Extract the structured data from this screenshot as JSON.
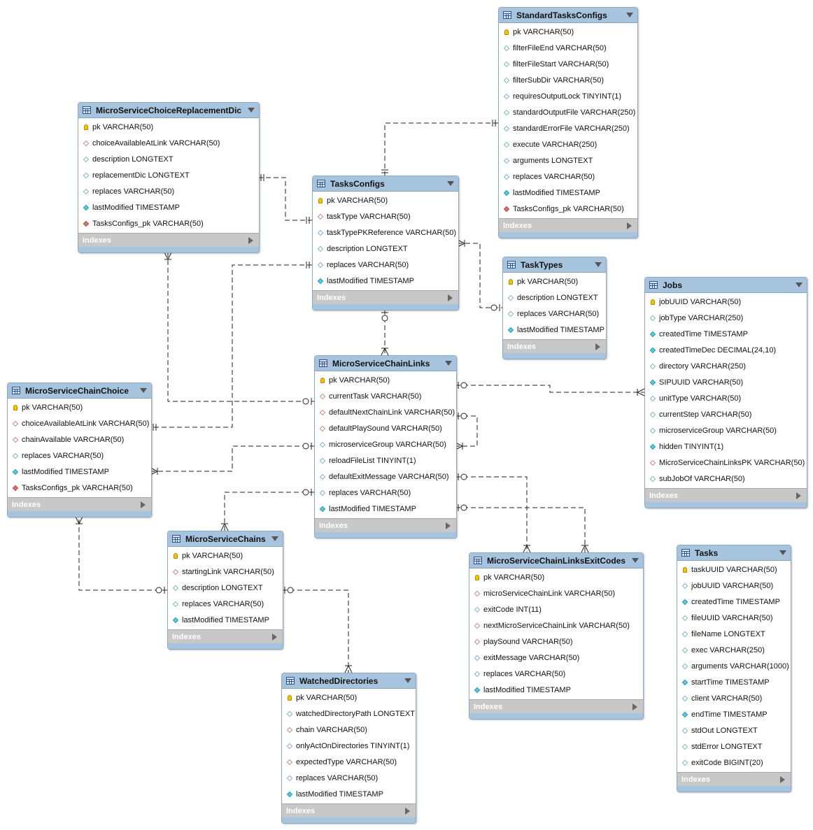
{
  "tables": [
    {
      "name": "StandardTasksConfigs",
      "columns": [
        {
          "text": "pk VARCHAR(50)",
          "icon": "key-icon"
        },
        {
          "text": "filterFileEnd VARCHAR(50)",
          "icon": "diamond-icon"
        },
        {
          "text": "filterFileStart VARCHAR(50)",
          "icon": "diamond-icon"
        },
        {
          "text": "filterSubDir VARCHAR(50)",
          "icon": "diamond-icon"
        },
        {
          "text": "requiresOutputLock TINYINT(1)",
          "icon": "diamond-icon"
        },
        {
          "text": "standardOutputFile VARCHAR(250)",
          "icon": "diamond-icon"
        },
        {
          "text": "standardErrorFile VARCHAR(250)",
          "icon": "diamond-icon"
        },
        {
          "text": "execute VARCHAR(250)",
          "icon": "diamond-icon"
        },
        {
          "text": "arguments LONGTEXT",
          "icon": "diamond-icon"
        },
        {
          "text": "replaces VARCHAR(50)",
          "icon": "diamond-icon"
        },
        {
          "text": "lastModified TIMESTAMP",
          "icon": "filled-diamond-icon"
        },
        {
          "text": "TasksConfigs_pk VARCHAR(50)",
          "icon": "fk-diamond-icon"
        }
      ],
      "indexes": "Indexes"
    },
    {
      "name": "MicroServiceChoiceReplacementDic",
      "columns": [
        {
          "text": "pk VARCHAR(50)",
          "icon": "key-icon"
        },
        {
          "text": "choiceAvailableAtLink VARCHAR(50)",
          "icon": "fk-outline-diamond-icon"
        },
        {
          "text": "description LONGTEXT",
          "icon": "diamond-icon"
        },
        {
          "text": "replacementDic LONGTEXT",
          "icon": "diamond-icon"
        },
        {
          "text": "replaces VARCHAR(50)",
          "icon": "diamond-icon"
        },
        {
          "text": "lastModified TIMESTAMP",
          "icon": "filled-diamond-icon"
        },
        {
          "text": "TasksConfigs_pk VARCHAR(50)",
          "icon": "fk-diamond-icon"
        }
      ],
      "indexes": "Indexes"
    },
    {
      "name": "TasksConfigs",
      "columns": [
        {
          "text": "pk VARCHAR(50)",
          "icon": "key-icon"
        },
        {
          "text": "taskType VARCHAR(50)",
          "icon": "fk-outline-diamond-icon"
        },
        {
          "text": "taskTypePKReference VARCHAR(50)",
          "icon": "diamond-icon"
        },
        {
          "text": "description LONGTEXT",
          "icon": "diamond-icon"
        },
        {
          "text": "replaces VARCHAR(50)",
          "icon": "diamond-icon"
        },
        {
          "text": "lastModified TIMESTAMP",
          "icon": "filled-diamond-icon"
        }
      ],
      "indexes": "Indexes"
    },
    {
      "name": "TaskTypes",
      "columns": [
        {
          "text": "pk VARCHAR(50)",
          "icon": "key-icon"
        },
        {
          "text": "description LONGTEXT",
          "icon": "diamond-icon"
        },
        {
          "text": "replaces VARCHAR(50)",
          "icon": "diamond-icon"
        },
        {
          "text": "lastModified TIMESTAMP",
          "icon": "filled-diamond-icon"
        }
      ],
      "indexes": "Indexes"
    },
    {
      "name": "Jobs",
      "columns": [
        {
          "text": "jobUUID VARCHAR(50)",
          "icon": "key-icon"
        },
        {
          "text": "jobType VARCHAR(250)",
          "icon": "diamond-icon"
        },
        {
          "text": "createdTime TIMESTAMP",
          "icon": "filled-diamond-icon"
        },
        {
          "text": "createdTimeDec DECIMAL(24,10)",
          "icon": "filled-diamond-icon"
        },
        {
          "text": "directory VARCHAR(250)",
          "icon": "diamond-icon"
        },
        {
          "text": "SIPUUID VARCHAR(50)",
          "icon": "filled-diamond-icon"
        },
        {
          "text": "unitType VARCHAR(50)",
          "icon": "diamond-icon"
        },
        {
          "text": "currentStep VARCHAR(50)",
          "icon": "diamond-icon"
        },
        {
          "text": "microserviceGroup VARCHAR(50)",
          "icon": "diamond-icon"
        },
        {
          "text": "hidden TINYINT(1)",
          "icon": "filled-diamond-icon"
        },
        {
          "text": "MicroServiceChainLinksPK VARCHAR(50)",
          "icon": "fk-outline-diamond-icon"
        },
        {
          "text": "subJobOf VARCHAR(50)",
          "icon": "diamond-icon"
        }
      ],
      "indexes": "Indexes"
    },
    {
      "name": "MicroServiceChainLinks",
      "columns": [
        {
          "text": "pk VARCHAR(50)",
          "icon": "key-icon"
        },
        {
          "text": "currentTask VARCHAR(50)",
          "icon": "fk-outline-diamond-icon"
        },
        {
          "text": "defaultNextChainLink VARCHAR(50)",
          "icon": "fk-outline-diamond-icon"
        },
        {
          "text": "defaultPlaySound VARCHAR(50)",
          "icon": "fk-outline-diamond-icon"
        },
        {
          "text": "microserviceGroup VARCHAR(50)",
          "icon": "diamond-icon"
        },
        {
          "text": "reloadFileList TINYINT(1)",
          "icon": "diamond-icon"
        },
        {
          "text": "defaultExitMessage VARCHAR(50)",
          "icon": "diamond-icon"
        },
        {
          "text": "replaces VARCHAR(50)",
          "icon": "diamond-icon"
        },
        {
          "text": "lastModified TIMESTAMP",
          "icon": "filled-diamond-icon"
        }
      ],
      "indexes": "Indexes"
    },
    {
      "name": "MicroServiceChainChoice",
      "columns": [
        {
          "text": "pk VARCHAR(50)",
          "icon": "key-icon"
        },
        {
          "text": "choiceAvailableAtLink VARCHAR(50)",
          "icon": "fk-outline-diamond-icon"
        },
        {
          "text": "chainAvailable VARCHAR(50)",
          "icon": "fk-outline-diamond-icon"
        },
        {
          "text": "replaces VARCHAR(50)",
          "icon": "diamond-icon"
        },
        {
          "text": "lastModified TIMESTAMP",
          "icon": "filled-diamond-icon"
        },
        {
          "text": "TasksConfigs_pk VARCHAR(50)",
          "icon": "fk-diamond-icon"
        }
      ],
      "indexes": "Indexes"
    },
    {
      "name": "MicroServiceChains",
      "columns": [
        {
          "text": "pk VARCHAR(50)",
          "icon": "key-icon"
        },
        {
          "text": "startingLink VARCHAR(50)",
          "icon": "fk-outline-diamond-icon"
        },
        {
          "text": "description LONGTEXT",
          "icon": "diamond-icon"
        },
        {
          "text": "replaces VARCHAR(50)",
          "icon": "diamond-icon"
        },
        {
          "text": "lastModified TIMESTAMP",
          "icon": "filled-diamond-icon"
        }
      ],
      "indexes": "Indexes"
    },
    {
      "name": "MicroServiceChainLinksExitCodes",
      "columns": [
        {
          "text": "pk VARCHAR(50)",
          "icon": "key-icon"
        },
        {
          "text": "microServiceChainLink VARCHAR(50)",
          "icon": "fk-outline-diamond-icon"
        },
        {
          "text": "exitCode INT(11)",
          "icon": "diamond-icon"
        },
        {
          "text": "nextMicroServiceChainLink VARCHAR(50)",
          "icon": "fk-outline-diamond-icon"
        },
        {
          "text": "playSound VARCHAR(50)",
          "icon": "fk-outline-diamond-icon"
        },
        {
          "text": "exitMessage VARCHAR(50)",
          "icon": "diamond-icon"
        },
        {
          "text": "replaces VARCHAR(50)",
          "icon": "diamond-icon"
        },
        {
          "text": "lastModified TIMESTAMP",
          "icon": "filled-diamond-icon"
        }
      ],
      "indexes": "Indexes"
    },
    {
      "name": "Tasks",
      "columns": [
        {
          "text": "taskUUID VARCHAR(50)",
          "icon": "key-icon"
        },
        {
          "text": "jobUUID VARCHAR(50)",
          "icon": "diamond-icon"
        },
        {
          "text": "createdTime TIMESTAMP",
          "icon": "filled-diamond-icon"
        },
        {
          "text": "fileUUID VARCHAR(50)",
          "icon": "diamond-icon"
        },
        {
          "text": "fileName LONGTEXT",
          "icon": "diamond-icon"
        },
        {
          "text": "exec VARCHAR(250)",
          "icon": "diamond-icon"
        },
        {
          "text": "arguments VARCHAR(1000)",
          "icon": "diamond-icon"
        },
        {
          "text": "startTime TIMESTAMP",
          "icon": "filled-diamond-icon"
        },
        {
          "text": "client VARCHAR(50)",
          "icon": "diamond-icon"
        },
        {
          "text": "endTime TIMESTAMP",
          "icon": "filled-diamond-icon"
        },
        {
          "text": "stdOut LONGTEXT",
          "icon": "diamond-icon"
        },
        {
          "text": "stdError LONGTEXT",
          "icon": "diamond-icon"
        },
        {
          "text": "exitCode BIGINT(20)",
          "icon": "diamond-icon"
        }
      ],
      "indexes": "Indexes"
    },
    {
      "name": "WatchedDirectories",
      "columns": [
        {
          "text": "pk VARCHAR(50)",
          "icon": "key-icon"
        },
        {
          "text": "watchedDirectoryPath LONGTEXT",
          "icon": "diamond-icon"
        },
        {
          "text": "chain VARCHAR(50)",
          "icon": "fk-outline-diamond-icon"
        },
        {
          "text": "onlyActOnDirectories TINYINT(1)",
          "icon": "diamond-icon"
        },
        {
          "text": "expectedType VARCHAR(50)",
          "icon": "fk-outline-diamond-icon"
        },
        {
          "text": "replaces VARCHAR(50)",
          "icon": "diamond-icon"
        },
        {
          "text": "lastModified TIMESTAMP",
          "icon": "filled-diamond-icon"
        }
      ],
      "indexes": "Indexes"
    }
  ],
  "relationships": [
    {
      "from": "StandardTasksConfigs",
      "to": "TasksConfigs",
      "from_end": "one-mandatory",
      "to_end": "one-mandatory"
    },
    {
      "from": "MicroServiceChoiceReplacementDic",
      "to": "TasksConfigs",
      "from_end": "one-mandatory",
      "to_end": "one-mandatory"
    },
    {
      "from": "TasksConfigs",
      "to": "TaskTypes",
      "from_end": "many",
      "to_end": "zero-or-one"
    },
    {
      "from": "TasksConfigs",
      "to": "MicroServiceChainLinks",
      "from_end": "zero-or-one",
      "to_end": "many"
    },
    {
      "from": "TasksConfigs",
      "to": "MicroServiceChainChoice",
      "from_end": "one-mandatory",
      "to_end": "one-mandatory"
    },
    {
      "from": "MicroServiceChoiceReplacementDic",
      "to": "MicroServiceChainLinks",
      "from_end": "many",
      "to_end": "zero-or-one"
    },
    {
      "from": "MicroServiceChainChoice",
      "to": "MicroServiceChainLinks",
      "from_end": "many",
      "to_end": "zero-or-one"
    },
    {
      "from": "MicroServiceChainLinks",
      "to": "Jobs",
      "from_end": "zero-or-one",
      "to_end": "many"
    },
    {
      "from": "MicroServiceChainLinks",
      "to": "MicroServiceChainLinks",
      "from_end": "zero-or-one",
      "to_end": "many"
    },
    {
      "from": "MicroServiceChainLinks",
      "to": "MicroServiceChains",
      "from_end": "zero-or-one",
      "to_end": "many"
    },
    {
      "from": "MicroServiceChainLinks",
      "to": "MicroServiceChainLinksExitCodes",
      "from_end": "zero-or-one",
      "to_end": "many"
    },
    {
      "from": "MicroServiceChains",
      "to": "MicroServiceChainChoice",
      "from_end": "zero-or-one",
      "to_end": "many"
    },
    {
      "from": "MicroServiceChains",
      "to": "WatchedDirectories",
      "from_end": "zero-or-one",
      "to_end": "many"
    }
  ],
  "colors": {
    "header": "#a7c4de",
    "border": "#8fa8c0",
    "indexes_bar": "#c8c8c8",
    "key": "#f5c400",
    "fk": "#d97070",
    "nonnull": "#5cc9d8"
  }
}
